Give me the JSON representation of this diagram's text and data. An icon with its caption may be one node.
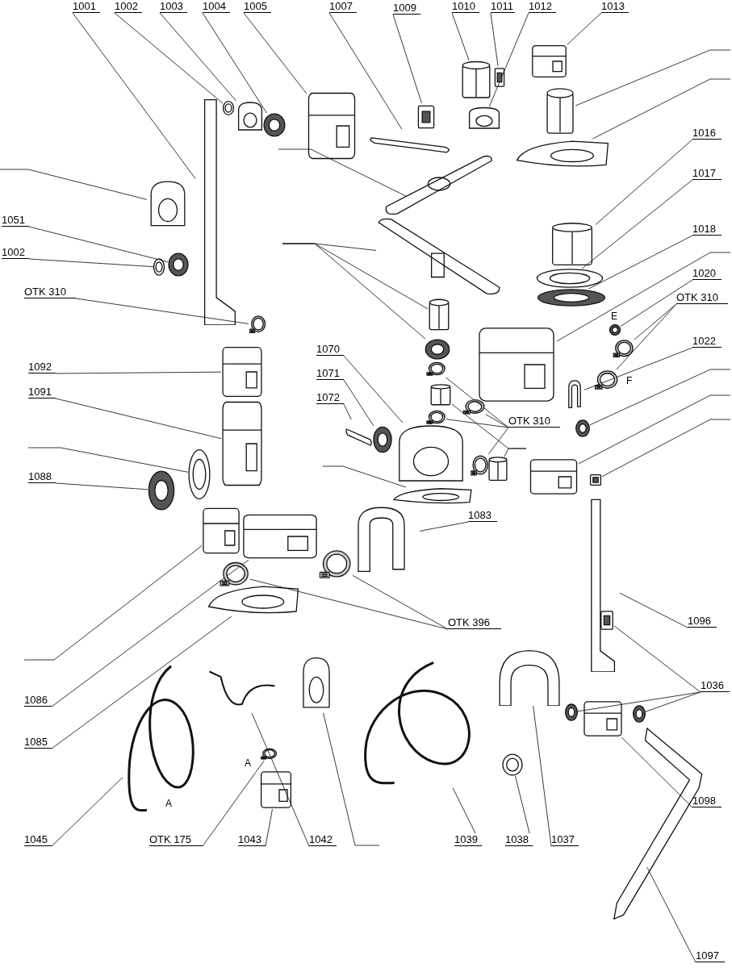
{
  "diagram": {
    "nodes": [
      {
        "text": [
          "1001"
        ]
      },
      {
        "text": [],
        "shape": "picture"
      },
      {
        "text": [
          "1002"
        ]
      },
      {
        "text": [],
        "shape": "picture"
      },
      {
        "text": [
          "1003"
        ]
      },
      {
        "text": [],
        "shape": "picture"
      },
      {
        "text": [
          "1004"
        ]
      },
      {
        "text": [],
        "shape": "picture"
      },
      {
        "text": [
          "1005"
        ]
      },
      {
        "text": [],
        "shape": "picture"
      },
      {
        "text": [
          "1007"
        ]
      },
      {
        "text": [],
        "shape": "picture"
      },
      {
        "text": [
          "1009"
        ]
      },
      {
        "text": [],
        "shape": "picture"
      },
      {
        "text": [
          "1010"
        ]
      },
      {
        "text": [],
        "shape": "picture"
      },
      {
        "text": [
          "1011"
        ]
      },
      {
        "text": [],
        "shape": "picture"
      },
      {
        "text": [
          "1012"
        ]
      },
      {
        "text": [],
        "shape": "picture"
      },
      {
        "text": [
          "1013"
        ]
      },
      {
        "text": [],
        "shape": "picture"
      },
      {
        "text": [],
        "shape": "picture"
      },
      {
        "text": [],
        "shape": "picture"
      },
      {
        "text": [
          "1016"
        ]
      },
      {
        "text": [],
        "shape": "picture"
      },
      {
        "text": [
          "1017"
        ]
      },
      {
        "text": [],
        "shape": "picture"
      },
      {
        "text": [
          "1018"
        ]
      },
      {
        "text": [],
        "shape": "picture"
      },
      {
        "text": [],
        "shape": "picture"
      },
      {
        "text": [
          "1020"
        ]
      },
      {
        "text": [],
        "shape": "picture"
      },
      {
        "text": [
          "OTK 310"
        ]
      },
      {
        "text": [],
        "shape": "picture"
      },
      {
        "text": [],
        "shape": "picture"
      },
      {
        "text": [
          "1022"
        ]
      },
      {
        "text": [],
        "shape": "picture"
      },
      {
        "text": [],
        "shape": "picture"
      },
      {
        "text": [],
        "shape": "picture"
      },
      {
        "text": [],
        "shape": "picture"
      },
      {
        "text": [],
        "shape": "picture"
      },
      {
        "text": [
          "1051"
        ]
      },
      {
        "text": [],
        "shape": "picture"
      },
      {
        "text": [
          "1002"
        ]
      },
      {
        "text": [],
        "shape": "picture"
      },
      {
        "text": [
          "OTK 310"
        ]
      },
      {
        "text": [],
        "shape": "picture"
      },
      {
        "text": [
          "1092"
        ]
      },
      {
        "text": [],
        "shape": "picture"
      },
      {
        "text": [
          "1091"
        ]
      },
      {
        "text": [],
        "shape": "picture"
      },
      {
        "text": [],
        "shape": "picture"
      },
      {
        "text": [
          "1088"
        ]
      },
      {
        "text": [],
        "shape": "picture"
      },
      {
        "text": [],
        "shape": "picture"
      },
      {
        "text": [],
        "shape": "picture"
      },
      {
        "text": [
          "1086"
        ]
      },
      {
        "text": [
          "1085"
        ]
      },
      {
        "text": [],
        "shape": "picture"
      },
      {
        "text": [
          "OTK 396"
        ]
      },
      {
        "text": [],
        "shape": "picture"
      },
      {
        "text": [],
        "shape": "picture"
      },
      {
        "text": [
          "1083"
        ]
      },
      {
        "text": [],
        "shape": "picture"
      },
      {
        "text": [],
        "shape": "picture"
      },
      {
        "text": [
          "1070"
        ]
      },
      {
        "text": [],
        "shape": "picture"
      },
      {
        "text": [
          "1071"
        ]
      },
      {
        "text": [],
        "shape": "picture"
      },
      {
        "text": [
          "1072"
        ]
      },
      {
        "text": [],
        "shape": "picture"
      },
      {
        "text": [
          "OTK 310"
        ]
      },
      {
        "text": [],
        "shape": "picture"
      },
      {
        "text": [],
        "shape": "picture"
      },
      {
        "text": [],
        "shape": "picture"
      },
      {
        "text": [],
        "shape": "picture"
      },
      {
        "text": [],
        "shape": "picture"
      },
      {
        "text": [],
        "shape": "picture"
      },
      {
        "text": [],
        "shape": "picture"
      },
      {
        "text": [],
        "shape": "picture"
      },
      {
        "text": [],
        "shape": "picture"
      },
      {
        "text": [],
        "shape": "picture"
      },
      {
        "text": [
          "1096"
        ]
      },
      {
        "text": [],
        "shape": "picture"
      },
      {
        "text": [
          "1036"
        ]
      },
      {
        "text": [],
        "shape": "picture"
      },
      {
        "text": [],
        "shape": "picture"
      },
      {
        "text": [],
        "shape": "picture"
      },
      {
        "text": [
          "1098"
        ]
      },
      {
        "text": [],
        "shape": "picture"
      },
      {
        "text": [
          "1097"
        ]
      },
      {
        "text": [],
        "shape": "picture"
      },
      {
        "text": [
          "1037"
        ]
      },
      {
        "text": [],
        "shape": "picture"
      },
      {
        "text": [
          "1038"
        ]
      },
      {
        "text": [],
        "shape": "picture"
      },
      {
        "text": [
          "1039"
        ]
      },
      {
        "text": [],
        "shape": "picture"
      },
      {
        "text": [],
        "shape": "picture"
      },
      {
        "text": [
          "1042"
        ]
      },
      {
        "text": [],
        "shape": "picture"
      },
      {
        "text": [
          "1043"
        ]
      },
      {
        "text": [],
        "shape": "picture"
      },
      {
        "text": [
          "OTK 175"
        ]
      },
      {
        "text": [],
        "shape": "picture"
      },
      {
        "text": [
          "1045"
        ]
      },
      {
        "text": [],
        "shape": "picture"
      }
    ],
    "edges": [
      {
        "from": 0,
        "to": 1,
        "arrow": "none"
      },
      {
        "from": 2,
        "to": 3,
        "arrow": "none"
      },
      {
        "from": 4,
        "to": 5,
        "arrow": "none"
      },
      {
        "from": 6,
        "to": 7,
        "arrow": "none"
      },
      {
        "from": 8,
        "to": 9,
        "arrow": "none"
      },
      {
        "from": 10,
        "to": 11,
        "arrow": "none"
      },
      {
        "from": 12,
        "to": 13,
        "arrow": "none"
      },
      {
        "from": 14,
        "to": 15,
        "arrow": "none"
      },
      {
        "from": 16,
        "to": 17,
        "arrow": "none"
      },
      {
        "from": 18,
        "to": 19,
        "arrow": "none"
      },
      {
        "from": 20,
        "to": 21,
        "arrow": "none"
      },
      {
        "from": null,
        "to": 22,
        "arrow": "none"
      },
      {
        "from": null,
        "to": 23,
        "arrow": "none"
      },
      {
        "from": 24,
        "to": 25,
        "arrow": "none"
      },
      {
        "from": 26,
        "to": 27,
        "arrow": "none"
      },
      {
        "from": 28,
        "to": 29,
        "arrow": "none"
      },
      {
        "from": null,
        "to": 30,
        "arrow": "none"
      },
      {
        "from": 31,
        "to": 32,
        "arrow": "none"
      },
      {
        "from": 33,
        "to": 34,
        "arrow": "none"
      },
      {
        "from": 33,
        "to": 35,
        "arrow": "none"
      },
      {
        "from": 36,
        "to": 37,
        "arrow": "none"
      },
      {
        "from": null,
        "to": 38,
        "arrow": "none"
      },
      {
        "from": null,
        "to": 39,
        "arrow": "none"
      },
      {
        "from": null,
        "to": 40,
        "arrow": "none"
      },
      {
        "from": null,
        "to": 41,
        "arrow": "none"
      },
      {
        "from": 42,
        "to": 43,
        "arrow": "none"
      },
      {
        "from": 44,
        "to": 45,
        "arrow": "none"
      },
      {
        "from": 46,
        "to": 47,
        "arrow": "none"
      },
      {
        "from": 48,
        "to": 49,
        "arrow": "none"
      },
      {
        "from": 50,
        "to": 51,
        "arrow": "none"
      },
      {
        "from": null,
        "to": 52,
        "arrow": "none"
      },
      {
        "from": 53,
        "to": 54,
        "arrow": "none"
      },
      {
        "from": null,
        "to": 55,
        "arrow": "none"
      },
      {
        "from": 57,
        "to": 56,
        "arrow": "none"
      },
      {
        "from": 58,
        "to": 59,
        "arrow": "none"
      },
      {
        "from": 60,
        "to": 61,
        "arrow": "none"
      },
      {
        "from": 60,
        "to": 62,
        "arrow": "none"
      },
      {
        "from": 63,
        "to": 64,
        "arrow": "none"
      },
      {
        "from": null,
        "to": 65,
        "arrow": "none"
      },
      {
        "from": 66,
        "to": 67,
        "arrow": "none"
      },
      {
        "from": 68,
        "to": 69,
        "arrow": "none"
      },
      {
        "from": 70,
        "to": 71,
        "arrow": "none"
      },
      {
        "from": 72,
        "to": 73,
        "arrow": "none"
      },
      {
        "from": 72,
        "to": 74,
        "arrow": "none"
      },
      {
        "from": 72,
        "to": 75,
        "arrow": "none"
      },
      {
        "from": 72,
        "to": 76,
        "arrow": "none"
      },
      {
        "from": null,
        "to": 77,
        "arrow": "none"
      },
      {
        "from": null,
        "to": 78,
        "arrow": "none"
      },
      {
        "from": null,
        "to": 79,
        "arrow": "none"
      },
      {
        "from": null,
        "to": 80,
        "arrow": "none"
      },
      {
        "from": null,
        "to": 81,
        "arrow": "none"
      },
      {
        "from": null,
        "to": 82,
        "arrow": "none"
      },
      {
        "from": 83,
        "to": 84,
        "arrow": "none"
      },
      {
        "from": 85,
        "to": 86,
        "arrow": "none"
      },
      {
        "from": 85,
        "to": 87,
        "arrow": "none"
      },
      {
        "from": 85,
        "to": 88,
        "arrow": "none"
      },
      {
        "from": 89,
        "to": 90,
        "arrow": "none"
      },
      {
        "from": 91,
        "to": 92,
        "arrow": "none"
      },
      {
        "from": 93,
        "to": 94,
        "arrow": "none"
      },
      {
        "from": 95,
        "to": 96,
        "arrow": "none"
      },
      {
        "from": 97,
        "to": 98,
        "arrow": "none"
      },
      {
        "from": null,
        "to": 99,
        "arrow": "none"
      },
      {
        "from": 100,
        "to": 101,
        "arrow": "none"
      },
      {
        "from": 102,
        "to": 103,
        "arrow": "none"
      },
      {
        "from": 104,
        "to": 105,
        "arrow": "none"
      },
      {
        "from": 106,
        "to": 107,
        "arrow": "none"
      }
    ],
    "labels": [
      "E",
      "F",
      "A",
      "A"
    ]
  }
}
